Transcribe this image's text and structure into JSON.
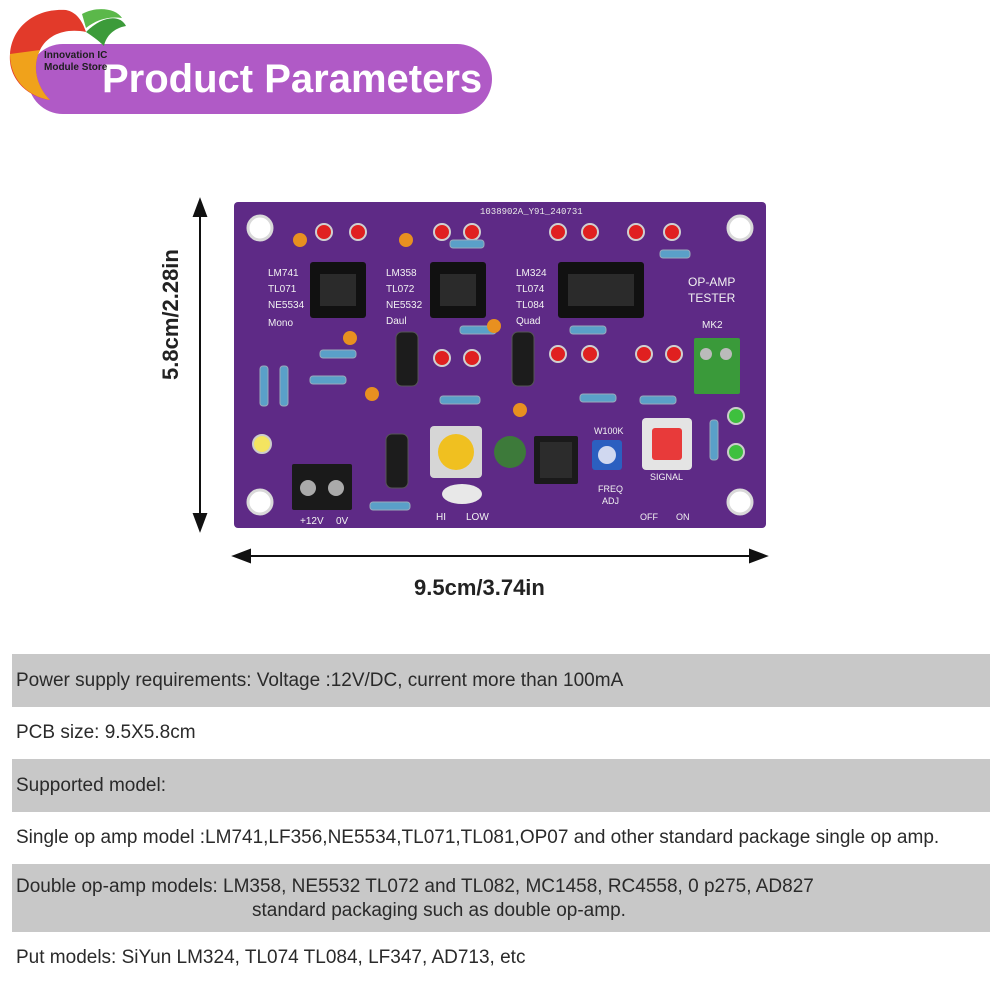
{
  "header": {
    "title": "Product Parameters",
    "logo_text_line1": "Innovation IC",
    "logo_text_line2": "Module Store"
  },
  "board": {
    "code": "1038902A_Y91_240731",
    "silk": {
      "mono_models": [
        "LM741",
        "TL071",
        "NE5534",
        "Mono"
      ],
      "dual_models": [
        "LM358",
        "TL072",
        "NE5532",
        "Daul"
      ],
      "quad_models": [
        "LM324",
        "TL074",
        "TL084",
        "Quad"
      ],
      "tester_title": [
        "OP-AMP",
        "TESTER"
      ],
      "mk2": "MK2",
      "power": [
        "+12V",
        "0V"
      ],
      "range": [
        "HI",
        "LOW"
      ],
      "pot": "W100K",
      "freq": [
        "FREQ",
        "ADJ"
      ],
      "signal": "SIGNAL",
      "switch": [
        "OFF",
        "ON"
      ]
    },
    "pcb_color": "#5e2a86"
  },
  "dimensions": {
    "height": "5.8cm/2.28in",
    "width": "9.5cm/3.74in"
  },
  "specs": {
    "power": "Power supply requirements: Voltage :12V/DC, current more than 100mA",
    "pcb_size": "PCB size: 9.5X5.8cm",
    "supported": "Supported model:",
    "single": "Single op amp model :LM741,LF356,NE5534,TL071,TL081,OP07 and other standard package single op amp.",
    "double_line1": "Double op-amp models: LM358, NE5532 TL072 and TL082, MC1458, RC4558, 0 p275, AD827",
    "double_line2": "standard packaging such as double op-amp.",
    "quad": "Put models: SiYun LM324, TL074 TL084, LF347, AD713, etc"
  }
}
